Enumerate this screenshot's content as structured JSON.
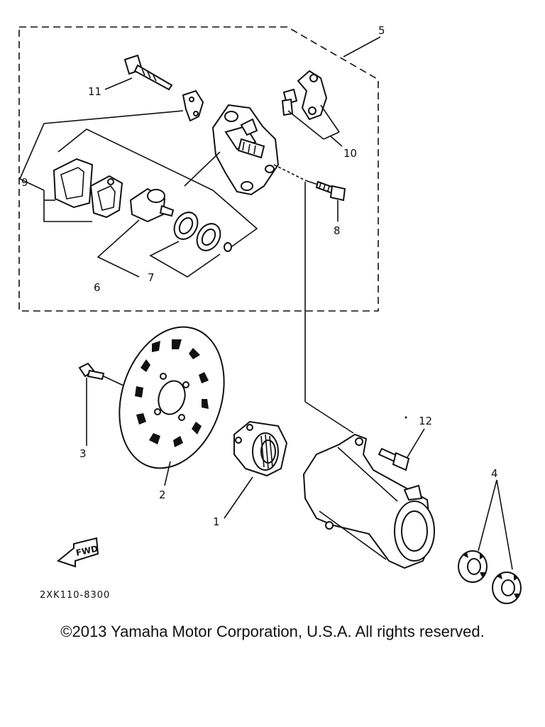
{
  "diagram": {
    "callouts": {
      "c1": "1",
      "c2": "2",
      "c3": "3",
      "c4": "4",
      "c5": "5",
      "c6": "6",
      "c7": "7",
      "c8": "8",
      "c9": "9",
      "c10": "10",
      "c11": "11",
      "c12": "12"
    },
    "fwd_label": "FWD",
    "diagram_code": "2XK110-8300"
  },
  "footer": {
    "copyright": "©2013 Yamaha Motor Corporation, U.S.A. All rights reserved."
  }
}
